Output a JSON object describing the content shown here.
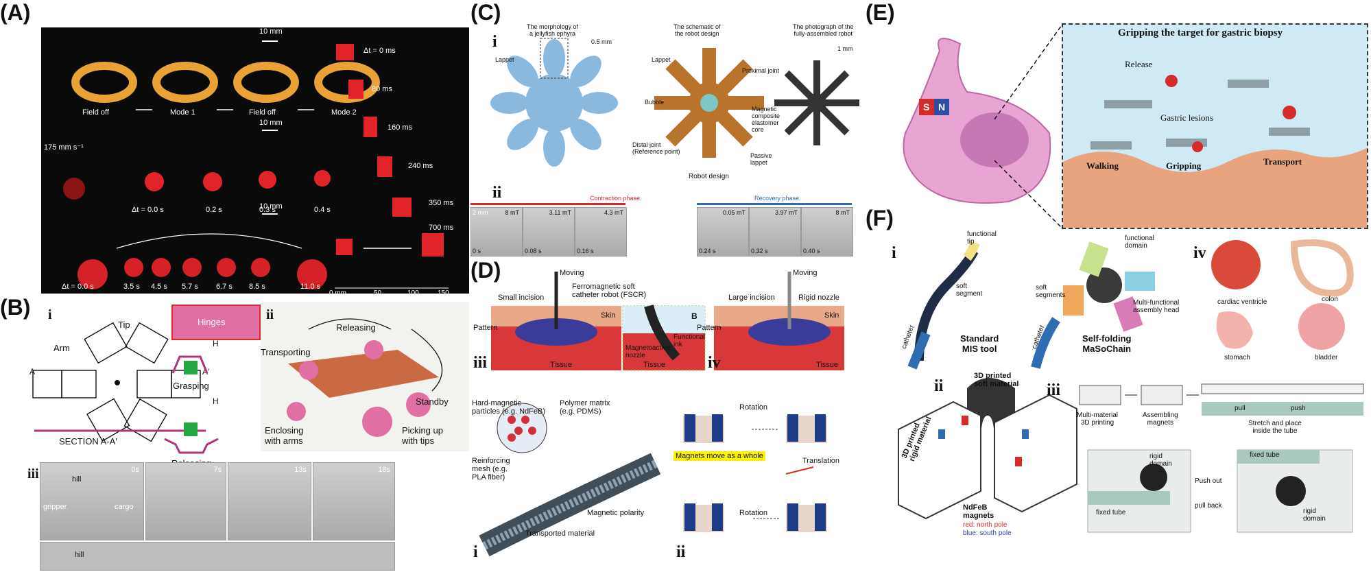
{
  "panels": {
    "A": "(A)",
    "B": "(B)",
    "C": "(C)",
    "D": "(D)",
    "E": "(E)",
    "F": "(F)"
  },
  "A": {
    "scale": "10 mm",
    "modes": [
      "Field off",
      "Mode 1",
      "Field off",
      "Mode 2"
    ],
    "speed": "175 mm s⁻¹",
    "times_row2": [
      "Δt = 0.0 s",
      "0.2 s",
      "0.3 s",
      "0.4 s"
    ],
    "times_row3": [
      "Δt = 0.0 s",
      "3.5 s",
      "4.5 s",
      "5.7 s",
      "6.7 s",
      "8.5 s",
      "11.0 s"
    ],
    "right_times": [
      "Δt = 0 ms",
      "80 ms",
      "160 ms",
      "240 ms",
      "350 ms",
      "700 ms"
    ],
    "axis_ticks": [
      "0 mm",
      "50",
      "100",
      "150"
    ]
  },
  "B": {
    "i": "i",
    "ii": "ii",
    "iii": "iii",
    "tip": "Tip",
    "arm": "Arm",
    "hinges": "Hinges",
    "section": "SECTION A-A′",
    "a_left": "A",
    "a_right": "A′",
    "h": "H",
    "grasping": "Grasping",
    "releasing": "Releasing",
    "ii_labels": [
      "Releasing",
      "Transporting",
      "Enclosing\nwith arms",
      "Standby",
      "Picking up\nwith tips"
    ],
    "hill": "hill",
    "gripper": "gripper",
    "cargo": "cargo",
    "times": [
      "0s",
      "7s",
      "13s",
      "18s"
    ]
  },
  "C": {
    "i": "i",
    "ii": "ii",
    "titles": [
      "The morphology of\na jellyfish ephyra",
      "The schematic of\nthe robot design",
      "The photograph of the\nfully-assembled robot"
    ],
    "scale1": "0.5 mm",
    "scale2": "1 mm",
    "lappet": "Lappet",
    "lappet2": "Lappet",
    "proximal": "Proximal joint",
    "bubble": "Bubble",
    "core": "Magnetic\ncomposite\nelastomer\ncore",
    "distal": "Distal joint\n(Reference point)",
    "passive": "Passive\nlappet",
    "robot_design": "Robot design",
    "contraction": "Contraction phase",
    "recovery": "Recovery phase",
    "frames": [
      {
        "field": "8 mT",
        "time": "0 s"
      },
      {
        "field": "3.11 mT",
        "time": "0.08 s"
      },
      {
        "field": "4.3 mT",
        "time": "0.16 s"
      },
      {
        "field": "0.05 mT",
        "time": "0.24 s"
      },
      {
        "field": "3.97 mT",
        "time": "0.32 s"
      },
      {
        "field": "8 mT",
        "time": "0.40 s"
      }
    ],
    "scale_ii": "2 mm"
  },
  "D": {
    "iii": "iii",
    "iv": "iv",
    "i": "i",
    "ii": "ii",
    "moving": "Moving",
    "small_incision": "Small incision",
    "fscr": "Ferromagnetic soft\ncatheter robot (FSCR)",
    "skin": "Skin",
    "pattern": "Pattern",
    "tissue": "Tissue",
    "b": "B",
    "functional_ink": "Functional\nink",
    "magnetoactive": "Magnetoactive\nnozzle",
    "large_incision": "Large incision",
    "rigid_nozzle": "Rigid nozzle",
    "hard_magnetic": "Hard-magnetic\nparticles (e.g. NdFeB)",
    "polymer": "Polymer matrix\n(e.g. PDMS)",
    "mesh": "Reinforcing\nmesh (e.g.\nPLA fiber)",
    "transported": "Transported material",
    "polarity": "Magnetic polarity",
    "rotation": "Rotation",
    "translation": "Translation",
    "magnets_whole": "Magnets move as a whole"
  },
  "E": {
    "title": "Gripping the target for gastric biopsy",
    "release": "Release",
    "lesions": "Gastric lesions",
    "walking": "Walking",
    "gripping": "Gripping",
    "transport": "Transport",
    "s": "S",
    "n": "N"
  },
  "F": {
    "i": "i",
    "ii": "ii",
    "iii": "iii",
    "iv": "iv",
    "functional_tip": "functional\ntip",
    "soft_segment": "soft\nsegment",
    "catheter": "catheter",
    "standard": "Standard\nMIS tool",
    "soft_segments": "soft\nsegments",
    "functional_domain": "functional\ndomain",
    "multi_head": "Multi-functional\nassembly head",
    "self_folding": "Self-folding\nMaSoChain",
    "organs": [
      "cardiac ventricle",
      "colon",
      "stomach",
      "bladder"
    ],
    "printed_soft": "3D printed\nsoft material",
    "printed_rigid": "3D printed\nrigid material",
    "ndfeb": "NdFeB\nmagnets",
    "red_pole": "red: north pole",
    "blue_pole": "blue: south pole",
    "steps": [
      "Multi-material\n3D printing",
      "Assembling\nmagnets",
      "Stretch and place\ninside the tube"
    ],
    "pull": "pull",
    "push": "push",
    "rigid_domain": "rigid\ndomain",
    "fixed_tube": "fixed tube",
    "push_out": "Push out",
    "pull_back": "pull back"
  },
  "colors": {
    "dark_bg": "#0a0a0a",
    "robot_red": "#e0242a",
    "pink": "#e87fb9",
    "tissue": "#d9383a",
    "sky": "#cfe9f5"
  }
}
